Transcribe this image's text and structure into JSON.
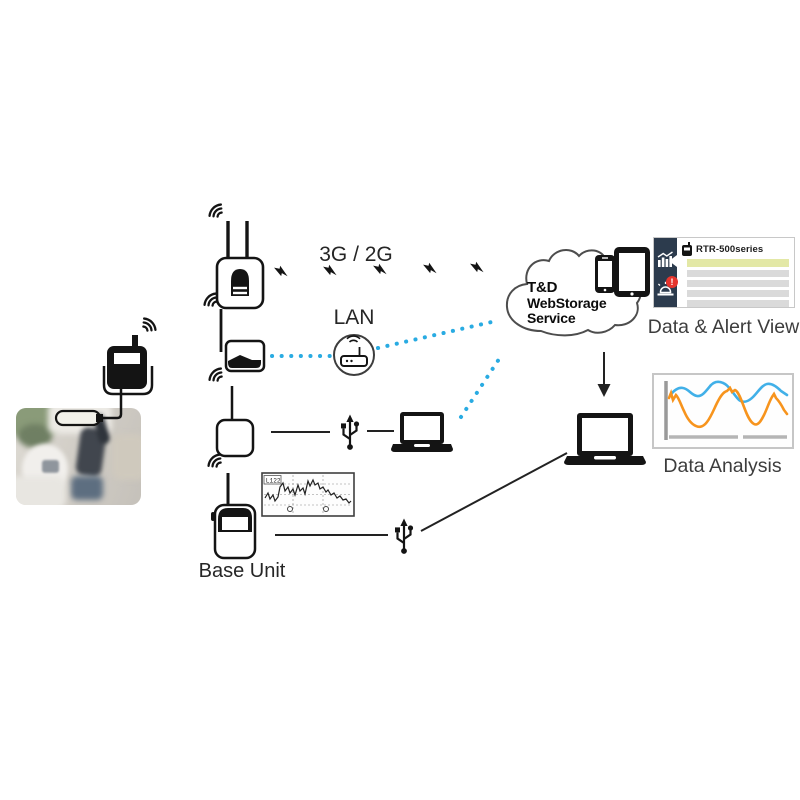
{
  "diagram": {
    "wireless_label": "3G / 2G",
    "lan_label": "LAN",
    "base_unit_label": "Base Unit",
    "cloud": {
      "line1": "T&D",
      "line2": "WebStorage",
      "line3": "Service"
    },
    "alert_view": {
      "device_title": "RTR-500series",
      "badge": "!",
      "caption": "Data & Alert View"
    },
    "analysis": {
      "caption": "Data Analysis"
    },
    "thumbnail_graph_label": "L122"
  },
  "icons": {
    "signal_waves": "radio-waves-icon",
    "bolt": "signal-bolt-icon",
    "cloud": "cloud-shape",
    "smartphone": "smartphone-icon",
    "tablet": "tablet-icon",
    "router": "lan-router-icon",
    "usb": "usb-icon",
    "laptop": "laptop-icon",
    "down_arrow": "down-arrow-icon",
    "bar_chart": "bar-chart-icon",
    "alarm": "alarm-icon",
    "data_logger": "data-logger-icon"
  },
  "colors": {
    "dotted_link_blue": "#29abe2",
    "sidebar_navy": "#2c3b4d",
    "highlight_row": "#e3e8a6",
    "row_gray": "#dadada",
    "alert_red": "#e6352d",
    "graph_blue": "#41b0e8",
    "graph_orange": "#f7941d"
  }
}
